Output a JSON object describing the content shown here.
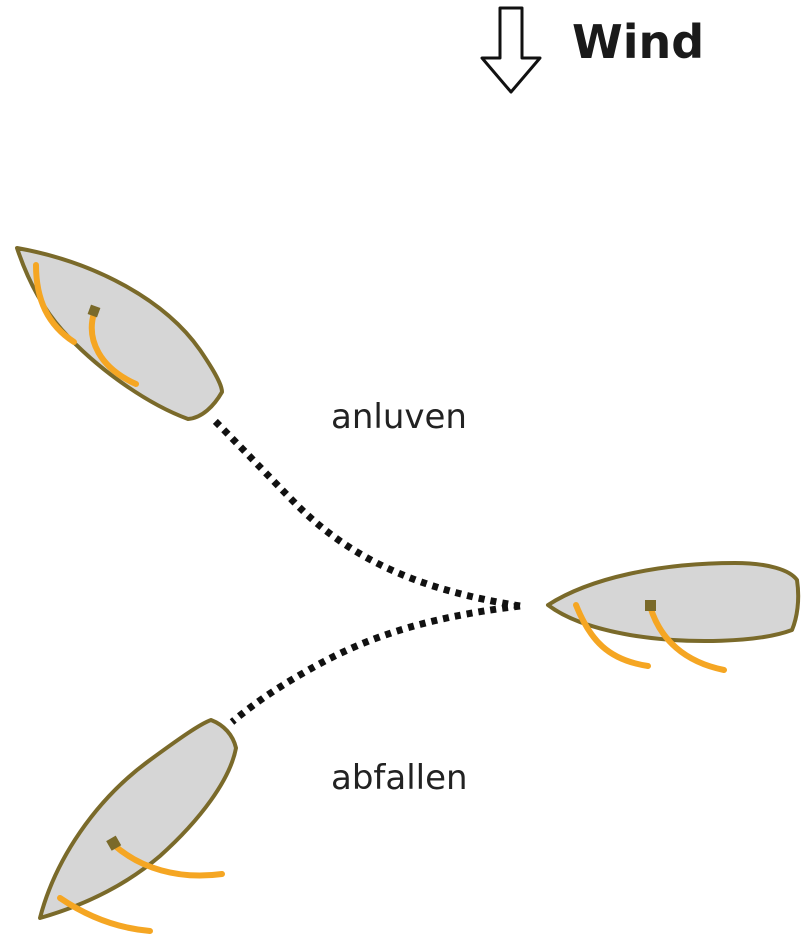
{
  "wind": {
    "label": "Wind",
    "icon": "down-arrow-icon"
  },
  "maneuvers": {
    "luff_label": "anluven",
    "bear_away_label": "abfallen"
  },
  "colors": {
    "background": "#ffffff",
    "hull_fill": "#d6d6d6",
    "hull_stroke": "#7a6a2a",
    "sheet": "#f5a623",
    "course_path": "#111111",
    "arrow": "#111111"
  },
  "boats": [
    {
      "name": "boat-luffed",
      "description": "boat after luffing up"
    },
    {
      "name": "boat-start",
      "description": "boat on original course"
    },
    {
      "name": "boat-bore-away",
      "description": "boat after bearing away"
    }
  ]
}
